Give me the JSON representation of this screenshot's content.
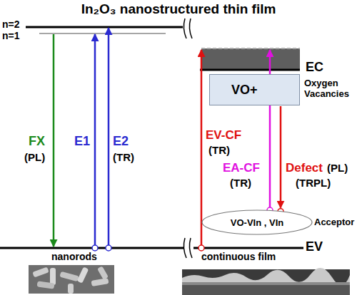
{
  "diagram": {
    "title": "In₂O₃ nanostructured thin film",
    "nodes": [
      {
        "text": [
          "VO+"
        ]
      },
      {
        "text": [
          "VO-VIn , VIn"
        ]
      }
    ],
    "edges": [
      {
        "from": 0,
        "to": 1,
        "arrow": "to"
      }
    ],
    "labels": [
      "n=2",
      "n=1",
      "FX",
      "(PL)",
      "E1",
      "E2",
      "(TR)",
      "EV-CF",
      "(TR)",
      "EA-CF",
      "(TR)",
      "Defect",
      "(PL)",
      "(TRPL)",
      "EC",
      "Oxygen Vacancies",
      "Acceptor",
      "EV",
      "nanorods",
      "continuous film"
    ]
  }
}
